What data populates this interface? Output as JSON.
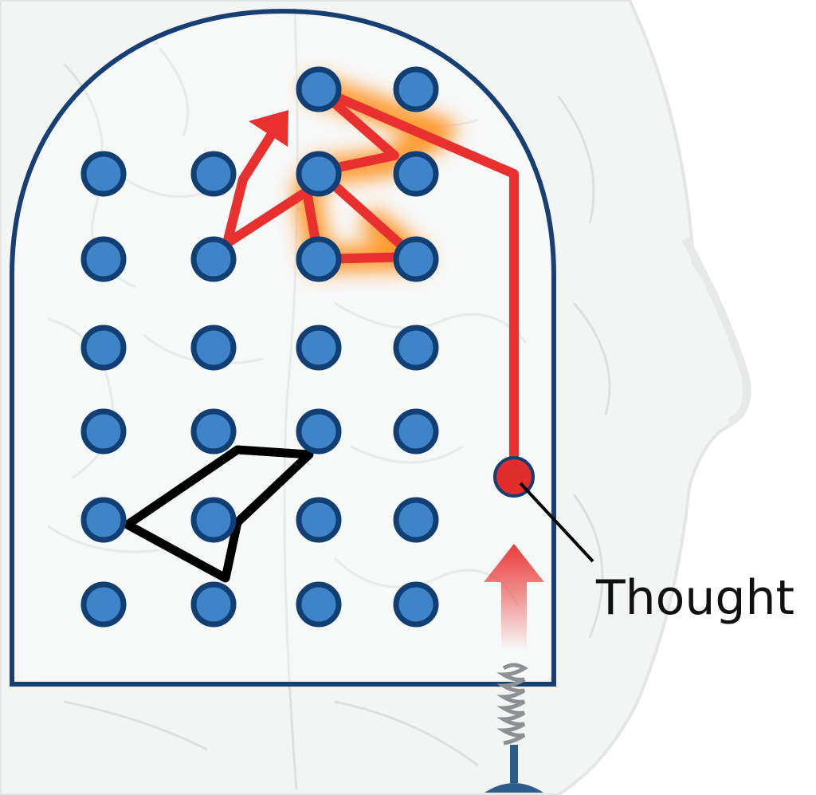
{
  "label": {
    "text": "Thought"
  },
  "colors": {
    "node_fill": "#3f83c8",
    "node_stroke": "#123f73",
    "frame": "#173f73",
    "red_path": "#e8312f",
    "glow": "#ff9a2e",
    "black_path": "#000000",
    "brain": "#f3f4f4",
    "brain_line": "#d9dcdf",
    "spring": "#9a9c9f",
    "base": "#2a5c8c"
  },
  "icons": [
    "brain-outline-icon",
    "up-arrow-icon",
    "spring-icon",
    "stand-base-icon"
  ],
  "grid": {
    "rows": 7,
    "cols": 4,
    "top_row_cols": [
      2,
      3
    ]
  }
}
